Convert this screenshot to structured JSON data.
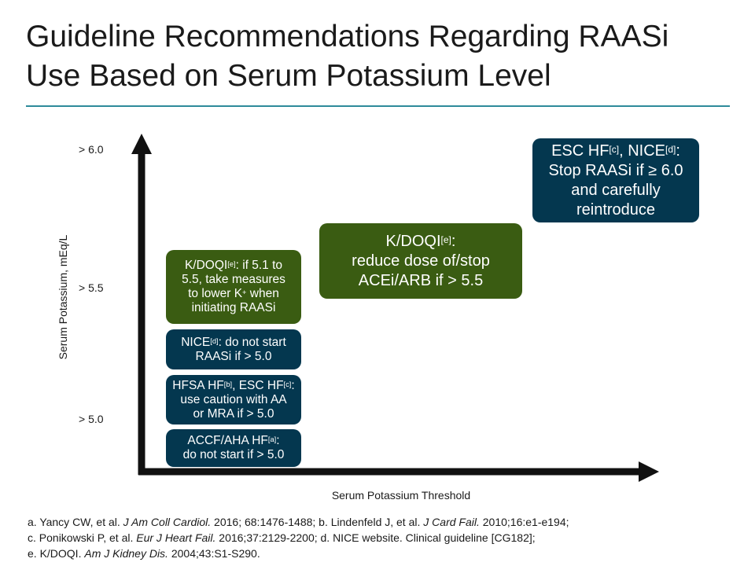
{
  "slide": {
    "title_lines": [
      "Guideline Recommendations Regarding RAASi",
      "Use Based on Serum Potassium Level"
    ]
  },
  "diagram": {
    "y_axis_title": "Serum Potassium, mEq/L",
    "x_axis_title": "Serum Potassium Threshold",
    "y_levels": [
      "> 6.0",
      "> 5.5",
      "> 5.0"
    ],
    "colors": {
      "navy": "#04374f",
      "green": "#3a5c12",
      "axis": "#111111",
      "rule": "#2e8b9a"
    },
    "boxes": {
      "esc_nice_stop": {
        "l1a": "ESC HF",
        "l1s": "[c]",
        "l1b": ", NICE",
        "l1s2": "[d]",
        "l1c": ":",
        "l2": "Stop RAASi if ≥ 6.0",
        "l3": "and carefully",
        "l4": "reintroduce"
      },
      "kdoqi_reduce": {
        "l1a": "K/DOQI",
        "l1s": "[e]",
        "l1b": ":",
        "l2": "reduce dose of/stop",
        "l3": "ACEi/ARB if > 5.5"
      },
      "kdoqi_measures": {
        "l1a": "K/DOQI",
        "l1s": "[e]",
        "l1b": ": if 5.1 to",
        "l2": "5.5, take measures",
        "l3a": "to lower K",
        "l3s": "+",
        "l3b": " when",
        "l4": "initiating RAASi"
      },
      "nice_start": {
        "l1a": "NICE",
        "l1s": "[d]",
        "l1b": ": do not start",
        "l2": "RAASi if > 5.0"
      },
      "hfsa_esc": {
        "l1a": "HFSA HF",
        "l1s": "[b]",
        "l1b": ", ESC HF",
        "l1s2": "[c]",
        "l1c": ":",
        "l2": "use caution with AA",
        "l3": "or MRA if > 5.0"
      },
      "accf_aha": {
        "l1a": "ACCF/AHA HF",
        "l1s": "[a]",
        "l1b": ":",
        "l2": "do not start if > 5.0"
      }
    }
  },
  "references": {
    "a_pre": "a. Yancy CW, et al. ",
    "a_j": "J Am Coll Cardiol.",
    "a_post": " 2016; 68:1476-1488; b. Lindenfeld J, et al. ",
    "b_j": "J Card Fail.",
    "b_post": " 2010;16:e1-e194;",
    "c_pre": "c. Ponikowski P, et al. ",
    "c_j": "Eur J Heart Fail.",
    "c_post": " 2016;37:2129-2200; d. NICE website. Clinical guideline [CG182];",
    "e_pre": "e. K/DOQI. ",
    "e_j": "Am J Kidney Dis.",
    "e_post": " 2004;43:S1-S290."
  }
}
